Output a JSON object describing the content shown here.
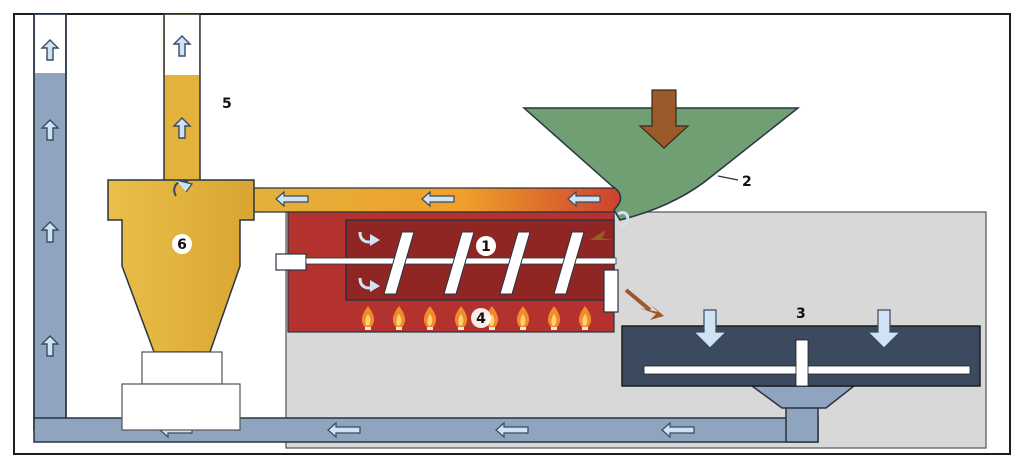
{
  "labels": {
    "l1": "1",
    "l2": "2",
    "l3": "3",
    "l4": "4",
    "l5": "5",
    "l6": "6"
  },
  "colors": {
    "frame": "#1e1e1e",
    "background": "#ffffff",
    "duct_blue": "#8ea4bf",
    "duct_blue_dark": "#51657e",
    "cyclone_yellow": "#e3b23c",
    "hot_orange": "#f0a02a",
    "hot_red": "#c9352e",
    "drum_red": "#b3322e",
    "drum_dark": "#8f2623",
    "hopper_green": "#6f9f72",
    "feed_brown": "#9a5a2a",
    "mixer_slate": "#3b4a5e",
    "base_grey": "#d8d8d8",
    "arrow_light": "#cfe3f5",
    "flame_orange": "#f08a2a",
    "flame_yellow": "#ffd27a"
  },
  "icons": {
    "up_arrow": "up-arrow-icon",
    "left_arrow": "left-arrow-icon",
    "down_arrow": "down-arrow-icon",
    "curl_arrow": "curl-arrow-icon",
    "flame": "flame-icon"
  }
}
